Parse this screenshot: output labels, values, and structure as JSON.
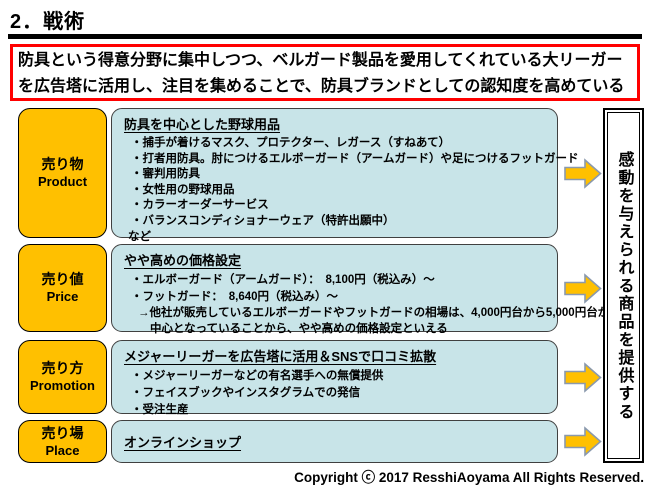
{
  "page": {
    "title": "2．戦術",
    "copyright": "Copyright ⓒ 2017 ResshiAoyama All Rights Reserved."
  },
  "headline": {
    "line1": "防具という得意分野に集中しつつ、ベルガード製品を愛用してくれている大リーガー",
    "line2": "を広告塔に活用し、注目を集めることで、防具ブランドとしての認知度を高めている"
  },
  "sections": [
    {
      "label_ja": "売り物",
      "label_en": "Product",
      "title": "防具を中心とした野球用品",
      "items": [
        "・捕手が着けるマスク、プロテクター、レガース（すねあて）",
        "・打者用防具。肘につけるエルボーガード（アームガード）や足につけるフットガード",
        "・審判用防具",
        "・女性用の野球用品",
        "・カラーオーダーサービス",
        "・バランスコンディショナーウェア（特許出願中）",
        "など"
      ]
    },
    {
      "label_ja": "売り値",
      "label_en": "Price",
      "title": "やや高めの価格設定",
      "items": [
        "・エルボーガード（アームガード）：　8,100円（税込み）～",
        "・フットガード：　8,640円（税込み）～",
        "→他社が販売しているエルボーガードやフットガードの相場は、4,000円台から5,000円台が",
        "中心となっていることから、やや高めの価格設定といえる"
      ]
    },
    {
      "label_ja": "売り方",
      "label_en": "Promotion",
      "title": "メジャーリーガーを広告塔に活用＆SNSで口コミ拡散",
      "items": [
        "・メジャーリーガーなどの有名選手への無償提供",
        "・フェイスブックやインスタグラムでの発信",
        "・受注生産"
      ]
    },
    {
      "label_ja": "売り場",
      "label_en": "Place",
      "title": "オンラインショップ",
      "items": []
    }
  ],
  "goal": {
    "text": "感動を与えられる商品を提供する"
  },
  "colors": {
    "accent_gold": "#FFC000",
    "content_blue": "#C8E4E8",
    "headline_border_red": "#FF0000",
    "arrow_outline_gray": "#8A99AD",
    "text_black": "#000000"
  }
}
